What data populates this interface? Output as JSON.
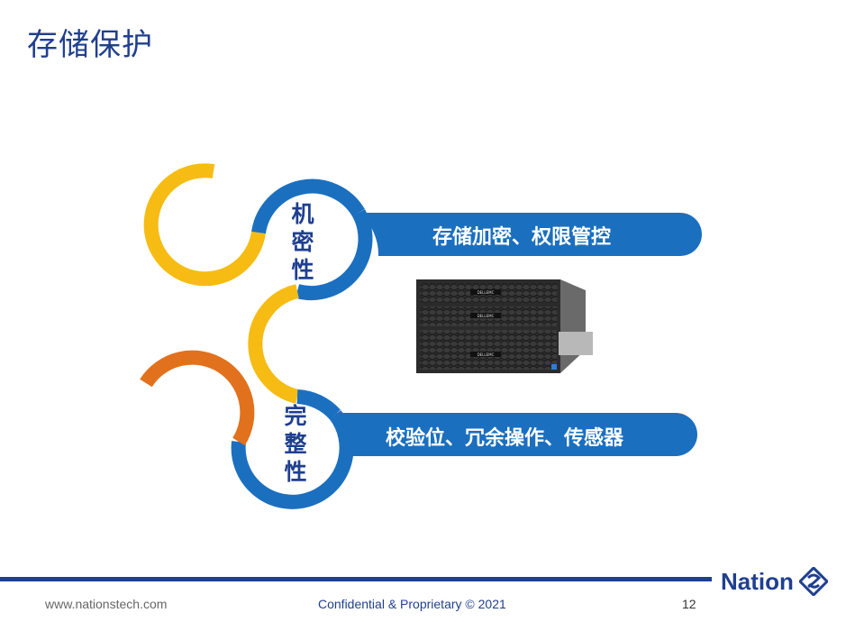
{
  "slide": {
    "title": "存储保护",
    "sections": [
      {
        "vertical_label": "机\n密\n性",
        "chars": [
          "机",
          "密",
          "性"
        ],
        "banner": "存储加密、权限管控"
      },
      {
        "vertical_label": "完\n整\n性",
        "chars": [
          "完",
          "整",
          "性"
        ],
        "banner": "校验位、冗余操作、传感器"
      }
    ],
    "server_brand": "DELLEMC"
  },
  "footer": {
    "website": "www.nationstech.com",
    "confidential": "Confidential & Proprietary © 2021",
    "page_number": "12"
  },
  "logo": {
    "text": "Nation",
    "icon": "nation-logo-icon"
  },
  "colors": {
    "primary_blue": "#1b6fbf",
    "dark_blue": "#1f3f8f",
    "yellow": "#f6bc13",
    "orange": "#e2711d"
  }
}
